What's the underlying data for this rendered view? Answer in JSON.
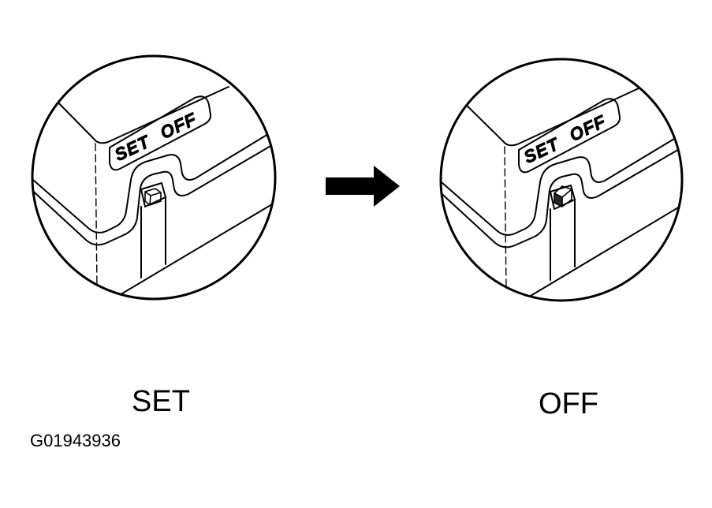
{
  "panels": {
    "before": {
      "plate_set": "SET",
      "plate_off": "OFF",
      "caption": "SET"
    },
    "after": {
      "plate_set": "SET",
      "plate_off": "OFF",
      "caption": "OFF"
    }
  },
  "figure_code": "G01943936",
  "colors": {
    "ink": "#000000",
    "paper": "#ffffff"
  },
  "icons": {
    "transition": "arrow-right-icon"
  }
}
